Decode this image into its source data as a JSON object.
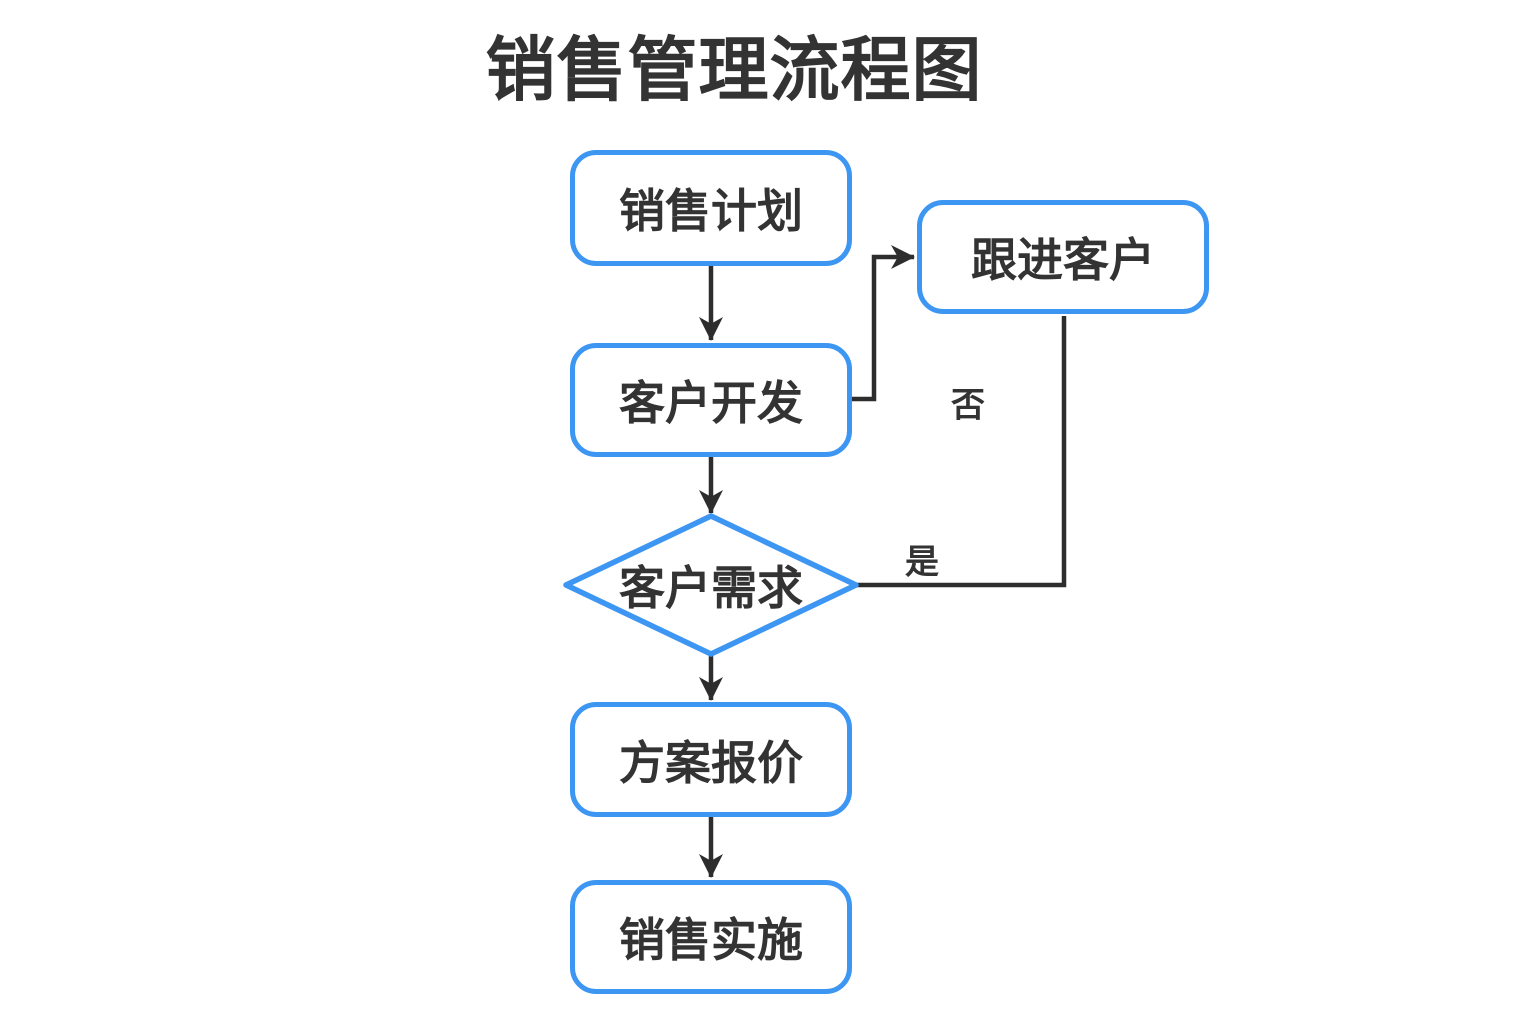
{
  "title": "销售管理流程图",
  "colors": {
    "accent_blue": "#3e96f3",
    "line_dark": "#2d2d2d",
    "text_dark": "#333333",
    "node_fill": "#ffffff",
    "background": "#ffffff"
  },
  "nodes": {
    "sales_plan": {
      "label": "销售计划",
      "shape": "rounded-rect"
    },
    "customer_development": {
      "label": "客户开发",
      "shape": "rounded-rect"
    },
    "follow_up_customer": {
      "label": "跟进客户",
      "shape": "rounded-rect"
    },
    "customer_demand": {
      "label": "客户需求",
      "shape": "diamond"
    },
    "proposal_quote": {
      "label": "方案报价",
      "shape": "rounded-rect"
    },
    "sales_implementation": {
      "label": "销售实施",
      "shape": "rounded-rect"
    }
  },
  "edge_labels": {
    "no": "否",
    "yes": "是"
  },
  "edges": [
    {
      "from": "sales_plan",
      "to": "customer_development",
      "arrow": true
    },
    {
      "from": "customer_development",
      "to": "customer_demand",
      "arrow": true
    },
    {
      "from": "customer_development",
      "to": "follow_up_customer",
      "label": "否",
      "arrow": true
    },
    {
      "from": "customer_demand",
      "to": "proposal_quote",
      "arrow": true
    },
    {
      "from": "customer_demand",
      "to": "follow_up_customer",
      "label": "是",
      "arrow": false
    },
    {
      "from": "proposal_quote",
      "to": "sales_implementation",
      "arrow": true
    }
  ]
}
